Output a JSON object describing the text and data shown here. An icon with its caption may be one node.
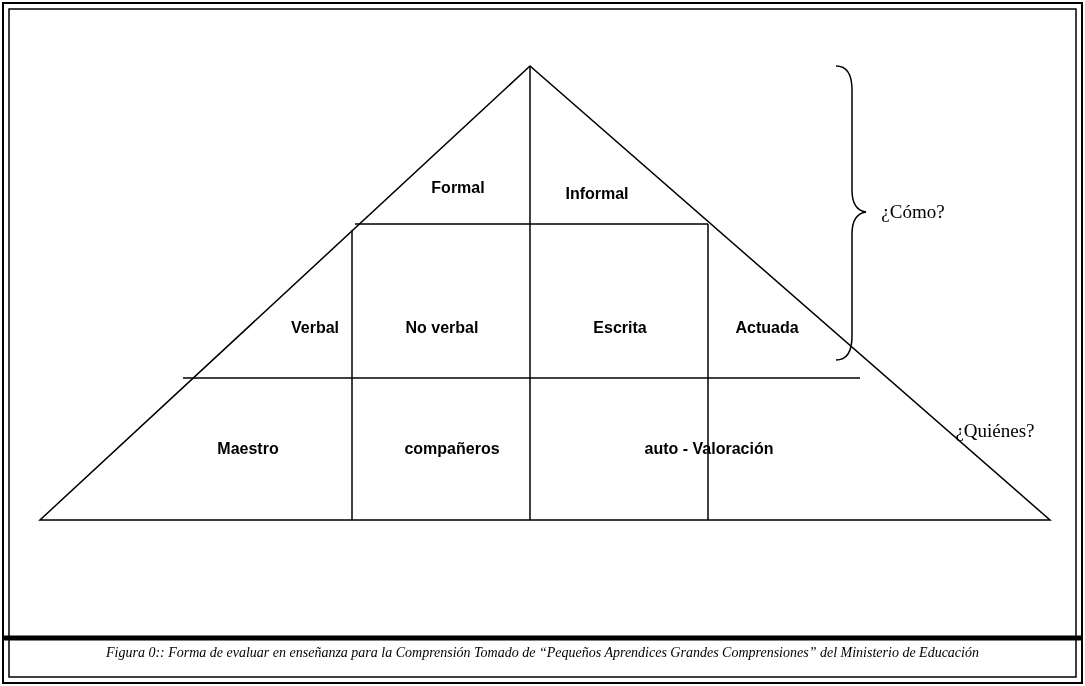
{
  "diagram": {
    "caption": "Figura 0:: Forma de evaluar en enseñanza para la Comprensión  Tomado de “Pequeños Aprendices Grandes Comprensiones”  del Ministerio de Educación",
    "labels": [
      "Formal",
      "Informal",
      "Verbal",
      "No verbal",
      "Escrita",
      "Actuada",
      "Maestro",
      "compañeros",
      "auto - Valoración",
      "¿Cómo?",
      "¿Quiénes?"
    ]
  }
}
